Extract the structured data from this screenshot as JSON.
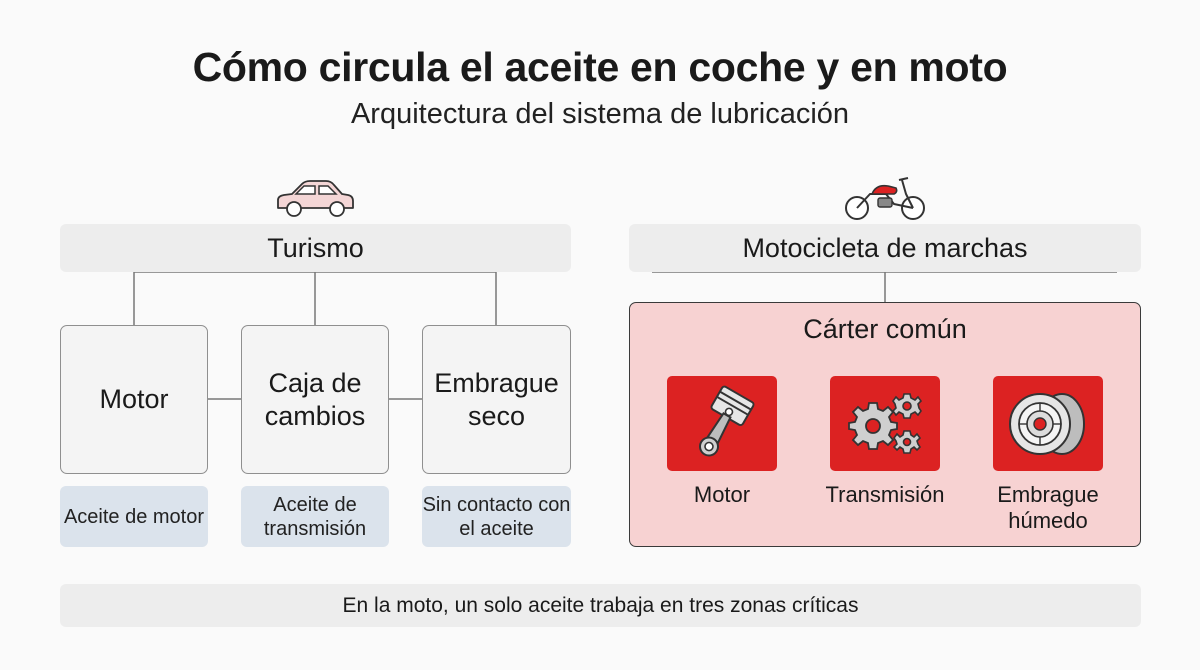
{
  "title": "Cómo circula el aceite en coche y en moto",
  "subtitle": "Arquitectura del sistema de lubricación",
  "car": {
    "icon": "car-icon",
    "header": "Turismo",
    "nodes": [
      {
        "label": "Motor",
        "oil": "Aceite de motor"
      },
      {
        "label": "Caja de cambios",
        "oil": "Aceite de transmisión"
      },
      {
        "label": "Embrague seco",
        "oil": "Sin contacto con el aceite"
      }
    ]
  },
  "moto": {
    "icon": "motorcycle-icon",
    "header": "Motocicleta de marchas",
    "sump_title": "Cárter común",
    "nodes": [
      {
        "label": "Motor",
        "icon": "piston-icon"
      },
      {
        "label": "Transmisión",
        "icon": "gears-icon"
      },
      {
        "label": "Embrague húmedo",
        "icon": "clutch-icon"
      }
    ]
  },
  "footer": "En la moto, un solo aceite trabaja en tres zonas críticas",
  "colors": {
    "accent_red": "#dc2222",
    "sump_fill": "#f7d2d2",
    "oil_box": "#dbe3ec",
    "header_box": "#ededed"
  }
}
